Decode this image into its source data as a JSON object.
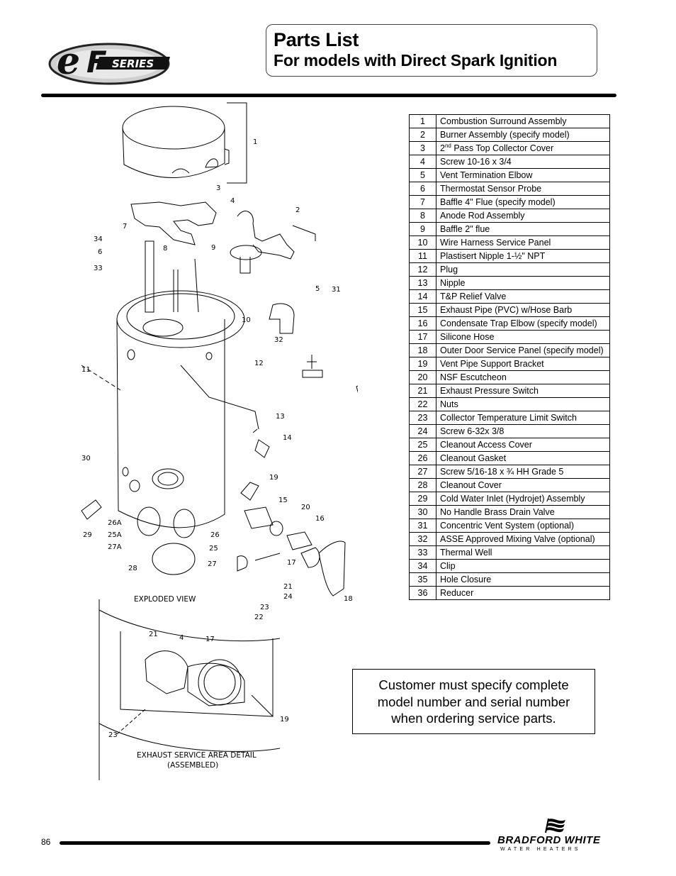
{
  "header": {
    "logo_text": "eF SERIES",
    "title": "Parts List",
    "subtitle": "For models with Direct Spark Ignition"
  },
  "parts": [
    {
      "num": "1",
      "desc": "Combustion Surround Assembly"
    },
    {
      "num": "2",
      "desc": "Burner Assembly (specify model)"
    },
    {
      "num": "3",
      "desc_pre": "2",
      "desc_sup": "nd",
      "desc": " Pass Top Collector Cover"
    },
    {
      "num": "4",
      "desc": "Screw 10-16 x 3/4"
    },
    {
      "num": "5",
      "desc": "Vent Termination Elbow"
    },
    {
      "num": "6",
      "desc": "Thermostat Sensor Probe"
    },
    {
      "num": "7",
      "desc": "Baffle 4\" Flue (specify model)"
    },
    {
      "num": "8",
      "desc": "Anode Rod Assembly"
    },
    {
      "num": "9",
      "desc": "Baffle 2\" flue"
    },
    {
      "num": "10",
      "desc": "Wire Harness Service Panel"
    },
    {
      "num": "11",
      "desc": "Plastisert Nipple 1-½\" NPT"
    },
    {
      "num": "12",
      "desc": "Plug"
    },
    {
      "num": "13",
      "desc": "Nipple"
    },
    {
      "num": "14",
      "desc": "T&P Relief Valve"
    },
    {
      "num": "15",
      "desc": "Exhaust Pipe (PVC) w/Hose Barb"
    },
    {
      "num": "16",
      "desc": "Condensate Trap Elbow (specify model)"
    },
    {
      "num": "17",
      "desc": "Silicone Hose"
    },
    {
      "num": "18",
      "desc": "Outer Door Service Panel (specify model)"
    },
    {
      "num": "19",
      "desc": "Vent Pipe Support Bracket"
    },
    {
      "num": "20",
      "desc": "NSF Escutcheon"
    },
    {
      "num": "21",
      "desc": "Exhaust Pressure Switch"
    },
    {
      "num": "22",
      "desc": "Nuts"
    },
    {
      "num": "23",
      "desc": "Collector Temperature Limit Switch"
    },
    {
      "num": "24",
      "desc": "Screw 6-32x 3/8"
    },
    {
      "num": "25",
      "desc": "Cleanout Access Cover"
    },
    {
      "num": "26",
      "desc": "Cleanout Gasket"
    },
    {
      "num": "27",
      "desc": "Screw 5/16-18 x ¾ HH Grade 5"
    },
    {
      "num": "28",
      "desc": "Cleanout Cover"
    },
    {
      "num": "29",
      "desc": "Cold Water Inlet (Hydrojet) Assembly"
    },
    {
      "num": "30",
      "desc": "No Handle Brass Drain Valve"
    },
    {
      "num": "31",
      "desc": "Concentric Vent System (optional)"
    },
    {
      "num": "32",
      "desc": "ASSE Approved Mixing Valve (optional)"
    },
    {
      "num": "33",
      "desc": "Thermal Well"
    },
    {
      "num": "34",
      "desc": "Clip"
    },
    {
      "num": "35",
      "desc": "Hole Closure"
    },
    {
      "num": "36",
      "desc": "Reducer"
    }
  ],
  "notice": {
    "line1": "Customer must specify complete",
    "line2": "model number and serial number",
    "line3": "when ordering service parts."
  },
  "diagram": {
    "exploded_caption": "EXPLODED VIEW",
    "detail_caption_1": "EXHAUST SERVICE AREA DETAIL",
    "detail_caption_2": "(ASSEMBLED)",
    "callouts": [
      "1",
      "2",
      "3",
      "4",
      "5",
      "6",
      "7",
      "8",
      "9",
      "10",
      "11",
      "12",
      "13",
      "14",
      "15",
      "16",
      "17",
      "18",
      "19",
      "20",
      "21",
      "22",
      "23",
      "24",
      "25",
      "25A",
      "26",
      "26A",
      "27",
      "27A",
      "28",
      "29",
      "30",
      "31",
      "32",
      "33",
      "34"
    ]
  },
  "footer": {
    "page_number": "86",
    "brand": "BRADFORD WHITE",
    "brand_sub": "WATER HEATERS"
  }
}
